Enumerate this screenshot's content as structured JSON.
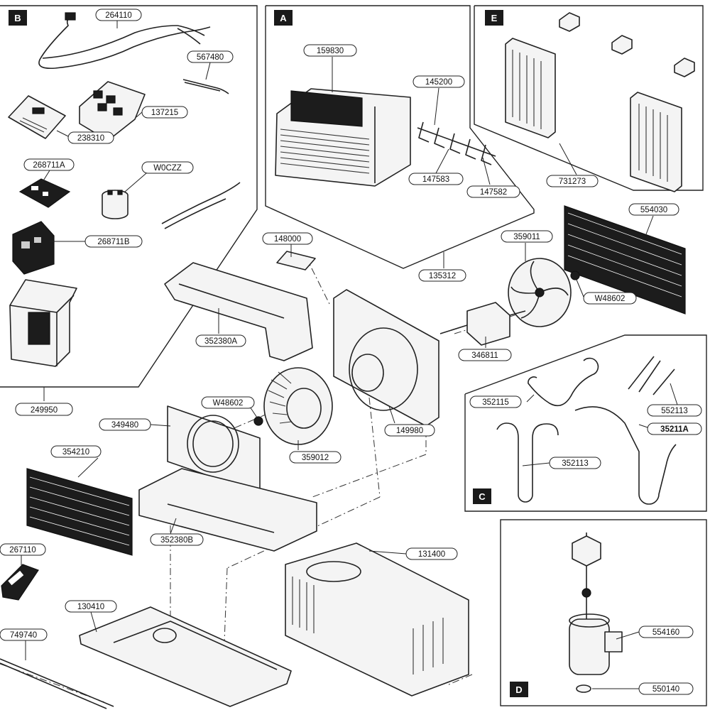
{
  "sections": [
    {
      "id": "A",
      "label": "A"
    },
    {
      "id": "B",
      "label": "B"
    },
    {
      "id": "C",
      "label": "C"
    },
    {
      "id": "D",
      "label": "D"
    },
    {
      "id": "E",
      "label": "E"
    }
  ],
  "part_numbers": {
    "p264110": "264110",
    "p567480": "567480",
    "p137215": "137215",
    "p238310": "238310",
    "p268711A": "268711A",
    "pW0CZZ": "W0CZZ",
    "p268711B": "268711B",
    "p249950": "249950",
    "p159830": "159830",
    "p145200": "145200",
    "p147583": "147583",
    "p147582": "147582",
    "p135312": "135312",
    "p731273": "731273",
    "p554030": "554030",
    "p148000": "148000",
    "p359011": "359011",
    "p352380A": "352380A",
    "pW48602a": "W48602",
    "p346811": "346811",
    "p149980": "149980",
    "pW48602b": "W48602",
    "p349480": "349480",
    "p359012": "359012",
    "p354210": "354210",
    "p352380B": "352380B",
    "p352115": "352115",
    "p552113": "552113",
    "p35211A": "35211A",
    "p352113": "352113",
    "p267110": "267110",
    "p131400": "131400",
    "p130410": "130410",
    "p749740": "749740",
    "p554160": "554160",
    "p550140": "550140"
  }
}
